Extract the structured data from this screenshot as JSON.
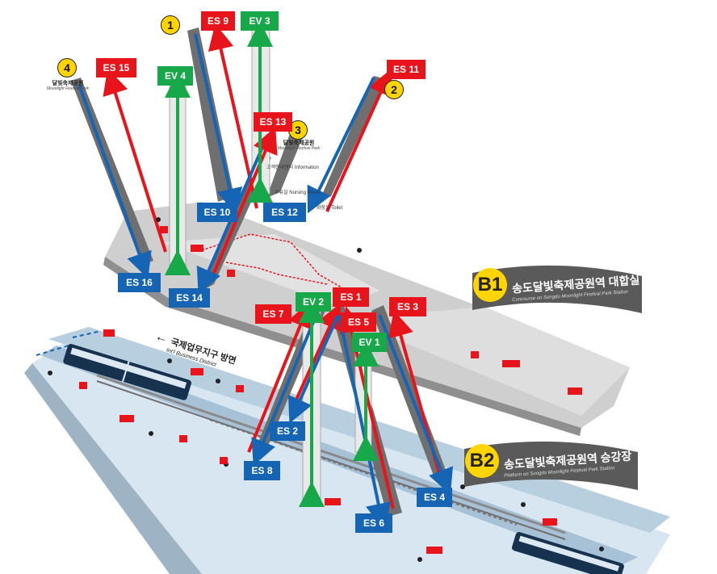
{
  "colors": {
    "escalator_up": "#e8141b",
    "escalator_down": "#1565b4",
    "elevator": "#17a84a",
    "exit_number": "#ffd400",
    "floor_badge": "#5a5a5a",
    "platform_track": "#a8c9e0",
    "concourse_floor": "#c9c9c9"
  },
  "exits": [
    {
      "number": "1"
    },
    {
      "number": "2"
    },
    {
      "number": "3",
      "name_ko": "달빛축제공원",
      "name_en": "Moonlight Festival Park"
    },
    {
      "number": "4",
      "name_ko": "달빛축제공원",
      "name_en": "Moonlight Festival Park"
    }
  ],
  "escalators": {
    "es1": "ES 1",
    "es2": "ES 2",
    "es3": "ES 3",
    "es4": "ES 4",
    "es5": "ES 5",
    "es6": "ES 6",
    "es7": "ES 7",
    "es8": "ES 8",
    "es9": "ES 9",
    "es10": "ES 10",
    "es11": "ES 11",
    "es12": "ES 12",
    "es13": "ES 13",
    "es14": "ES 14",
    "es15": "ES 15",
    "es16": "ES 16"
  },
  "elevators": {
    "ev1": "EV 1",
    "ev2": "EV 2",
    "ev3": "EV 3",
    "ev4": "EV 4"
  },
  "floors": {
    "b1": {
      "code": "B1",
      "name_ko": "송도달빛축제공원역 대합실",
      "name_en": "Concourse on Songdo Moonlight Festival Park Station"
    },
    "b2": {
      "code": "B2",
      "name_ko": "송도달빛축제공원역 승강장",
      "name_en": "Platform on Songdo Moonlight Festival Park Station"
    }
  },
  "direction": {
    "arrow": "←",
    "ko": "국제업무지구 방면",
    "en": "Int'l Business District"
  },
  "facilities": {
    "info_ko": "고객안내센터",
    "info_en": "Information",
    "nursing_ko": "수유실",
    "nursing_en": "Nursing Room",
    "toilet_ko": "화장실",
    "toilet_en": "Toilet"
  }
}
